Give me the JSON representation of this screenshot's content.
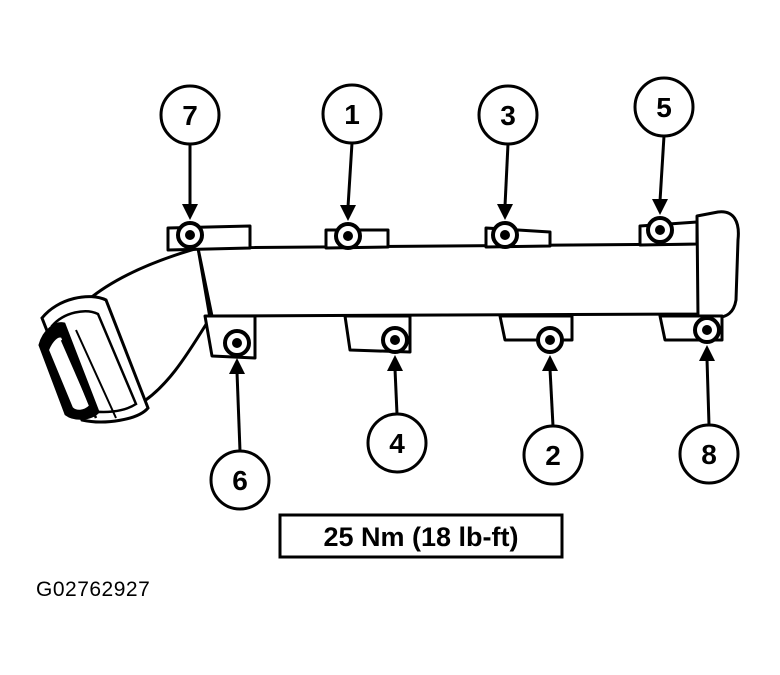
{
  "diagram": {
    "torque_spec": "25 Nm (18 lb-ft)",
    "figure_id": "G02762927",
    "bolts": [
      {
        "sequence": "7",
        "side": "top"
      },
      {
        "sequence": "1",
        "side": "top"
      },
      {
        "sequence": "3",
        "side": "top"
      },
      {
        "sequence": "5",
        "side": "top"
      },
      {
        "sequence": "6",
        "side": "bottom"
      },
      {
        "sequence": "4",
        "side": "bottom"
      },
      {
        "sequence": "2",
        "side": "bottom"
      },
      {
        "sequence": "8",
        "side": "bottom"
      }
    ]
  }
}
